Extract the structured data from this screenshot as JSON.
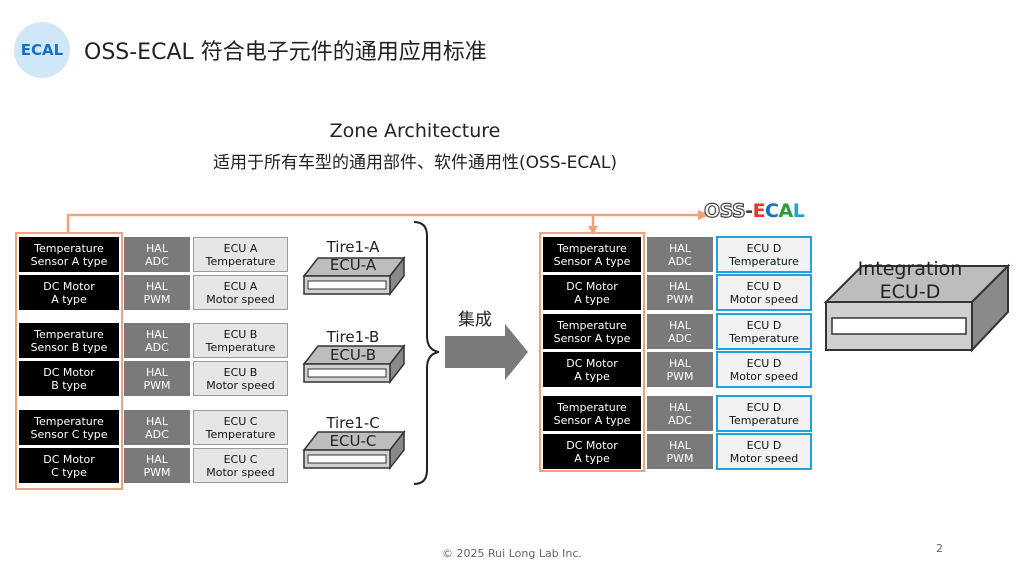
{
  "header": {
    "logo_text": "ECAL",
    "title": "OSS-ECAL 符合电子元件的通用应用标准"
  },
  "zone": {
    "title": "Zone Architecture",
    "subtitle": "适用于所有车型的通用部件、软件通用性(OSS-ECAL)"
  },
  "oss_label": {
    "oss": "OSS",
    "dash": "-",
    "e": "E",
    "c": "C",
    "a": "A",
    "l": "L"
  },
  "left_groups": [
    {
      "rows": [
        {
          "sensor": "Temperature\nSensor A type",
          "hal": "HAL\nADC",
          "ecu": "ECU A\nTemperature"
        },
        {
          "sensor": "DC Motor\nA type",
          "hal": "HAL\nPWM",
          "ecu": "ECU A\nMotor speed"
        }
      ],
      "device": "Tire1-A\nECU-A"
    },
    {
      "rows": [
        {
          "sensor": "Temperature\nSensor B type",
          "hal": "HAL\nADC",
          "ecu": "ECU B\nTemperature"
        },
        {
          "sensor": "DC Motor\nB type",
          "hal": "HAL\nPWM",
          "ecu": "ECU B\nMotor speed"
        }
      ],
      "device": "Tire1-B\nECU-B"
    },
    {
      "rows": [
        {
          "sensor": "Temperature\nSensor C type",
          "hal": "HAL\nADC",
          "ecu": "ECU C\nTemperature"
        },
        {
          "sensor": "DC Motor\nC type",
          "hal": "HAL\nPWM",
          "ecu": "ECU C\nMotor speed"
        }
      ],
      "device": "Tire1-C\nECU-C"
    }
  ],
  "arrow_label": "集成",
  "right_rows": [
    {
      "sensor": "Temperature\nSensor A type",
      "hal": "HAL\nADC",
      "ecu": "ECU D\nTemperature"
    },
    {
      "sensor": "DC Motor\nA type",
      "hal": "HAL\nPWM",
      "ecu": "ECU D\nMotor speed"
    },
    {
      "sensor": "Temperature\nSensor A type",
      "hal": "HAL\nADC",
      "ecu": "ECU D\nTemperature"
    },
    {
      "sensor": "DC Motor\nA type",
      "hal": "HAL\nPWM",
      "ecu": "ECU D\nMotor speed"
    },
    {
      "sensor": "Temperature\nSensor A type",
      "hal": "HAL\nADC",
      "ecu": "ECU D\nTemperature"
    },
    {
      "sensor": "DC Motor\nA type",
      "hal": "HAL\nPWM",
      "ecu": "ECU D\nMotor speed"
    }
  ],
  "integration": {
    "label": "Integration\nECU-D"
  },
  "footer": {
    "copyright": "© 2025 Rui Long Lab Inc.",
    "page_number": "2"
  },
  "colors": {
    "orange": "#f0a27f",
    "blue": "#1fa2df",
    "sensor": "#000000",
    "hal": "#7a7a7a"
  }
}
